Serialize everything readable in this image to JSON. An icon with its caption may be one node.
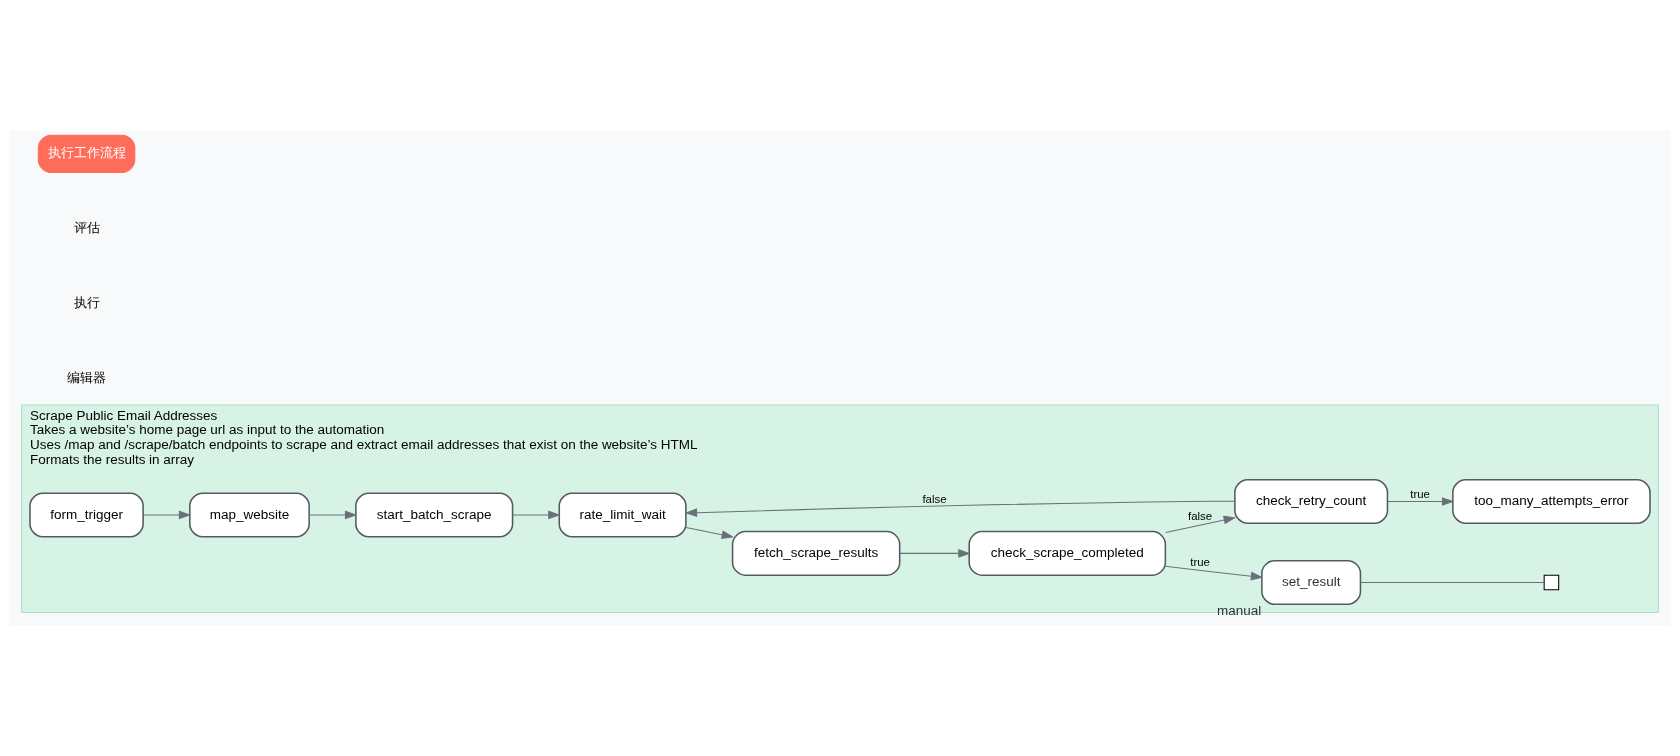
{
  "diagram": {
    "nodes": [
      {
        "text": [
          "Scrape Public Email Addresses",
          "Takes a website’s home page url as input to the automation",
          "Uses /map and /scrape/batch endpoints to scrape and extract email addresses that exist on the website’s HTML",
          "Formats the results in array"
        ]
      },
      {
        "text": [
          "form_trigger"
        ],
        "in": 0
      },
      {
        "text": [
          "map_website"
        ],
        "in": 0
      },
      {
        "text": [
          "start_batch_scrape"
        ],
        "in": 0
      },
      {
        "text": [
          "rate_limit_wait"
        ],
        "in": 0
      },
      {
        "text": [
          "fetch_scrape_results"
        ],
        "in": 0
      },
      {
        "text": [
          "check_scrape_completed"
        ],
        "in": 0
      },
      {
        "text": [
          "set_result"
        ],
        "beside": [
          "manual"
        ],
        "in": 0
      },
      {
        "text": [
          "check_retry_count"
        ],
        "in": 0
      },
      {
        "text": [
          "too_many_attempts_error"
        ],
        "in": 0
      },
      {
        "text": [],
        "shape": "box",
        "in": 0
      }
    ],
    "edges": [
      {
        "from": 1,
        "to": 2,
        "arrow": "to"
      },
      {
        "from": 2,
        "to": 3,
        "arrow": "to"
      },
      {
        "from": 3,
        "to": 4,
        "arrow": "to"
      },
      {
        "from": 4,
        "to": 5,
        "arrow": "to"
      },
      {
        "from": 5,
        "to": 6,
        "arrow": "to"
      },
      {
        "from": 6,
        "to": 7,
        "label": "true",
        "arrow": "to"
      },
      {
        "from": 6,
        "to": 8,
        "label": "false",
        "arrow": "to"
      },
      {
        "from": 8,
        "to": 9,
        "label": "true",
        "arrow": "to"
      },
      {
        "from": 8,
        "to": 4,
        "label": "false",
        "arrow": "to"
      },
      {
        "from": 7,
        "to": 10,
        "arrow": "none"
      }
    ],
    "labels": [
      "编辑器",
      "执行",
      "评估",
      "执行工作流程"
    ]
  }
}
